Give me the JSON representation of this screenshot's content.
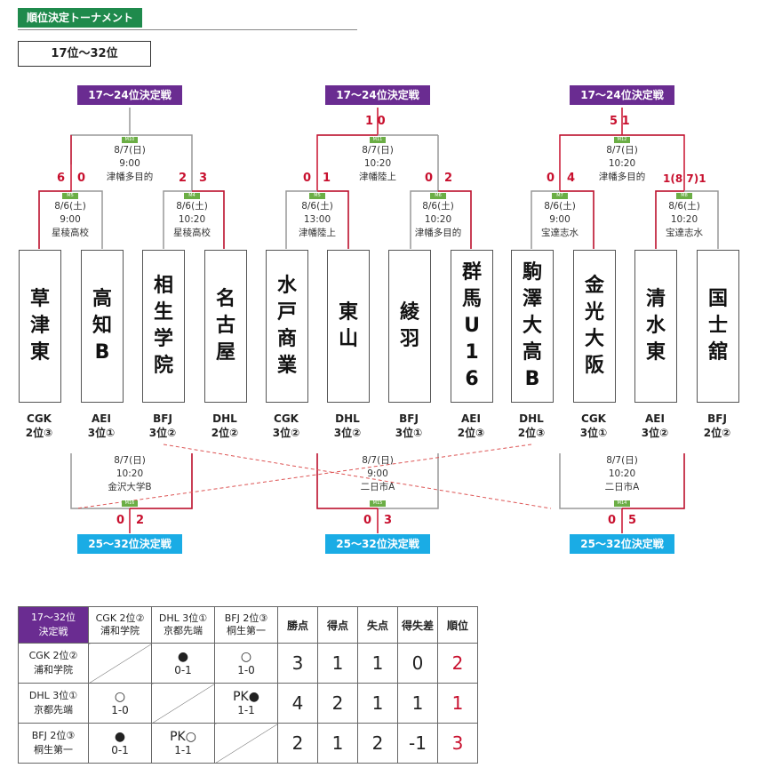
{
  "header": {
    "title": "順位決定トーナメント",
    "range": "17位～32位"
  },
  "top_labels": [
    "17～24位決定戦",
    "17～24位決定戦",
    "17～24位決定戦"
  ],
  "bottom_labels": [
    "25～32位決定戦",
    "25～32位決定戦",
    "25～32位決定戦"
  ],
  "finals": [
    {
      "tag": "M10",
      "date": "8/7(日)",
      "time": "9:00",
      "venue": "津幡多目的",
      "score_l": "6",
      "score_r": "0",
      "score_l2": "2",
      "score_r2": "3"
    },
    {
      "tag": "M11",
      "date": "8/7(日)",
      "time": "10:20",
      "venue": "津幡陸上",
      "score_top": "1 0",
      "score_l": "0",
      "score_r": "1",
      "score_l2": "0",
      "score_r2": "2"
    },
    {
      "tag": "M12",
      "date": "8/7(日)",
      "time": "10:20",
      "venue": "津幡多目的",
      "score_top": "5 1",
      "score_l": "0",
      "score_r": "4",
      "score_l2": "1(8 7)1",
      "score_r2": ""
    }
  ],
  "first_round": [
    {
      "tag": "M5",
      "date": "8/6(土)",
      "time": "9:00",
      "venue": "星稜高校"
    },
    {
      "tag": "M4",
      "date": "8/6(土)",
      "time": "10:20",
      "venue": "星稜高校"
    },
    {
      "tag": "M5",
      "date": "8/6(土)",
      "time": "13:00",
      "venue": "津幡陸上"
    },
    {
      "tag": "M6",
      "date": "8/6(土)",
      "time": "10:20",
      "venue": "津幡多目的"
    },
    {
      "tag": "M7",
      "date": "8/6(土)",
      "time": "9:00",
      "venue": "宝達志水"
    },
    {
      "tag": "M8",
      "date": "8/6(土)",
      "time": "10:20",
      "venue": "宝達志水"
    }
  ],
  "teams": [
    {
      "chars": [
        "草",
        "津",
        "東"
      ],
      "l1": "CGK",
      "l2": "2位③"
    },
    {
      "chars": [
        "高",
        "知",
        "B"
      ],
      "l1": "AEI",
      "l2": "3位①"
    },
    {
      "chars": [
        "相",
        "生",
        "学",
        "院"
      ],
      "l1": "BFJ",
      "l2": "3位②"
    },
    {
      "chars": [
        "名",
        "古",
        "屋"
      ],
      "l1": "DHL",
      "l2": "2位②"
    },
    {
      "chars": [
        "水",
        "戸",
        "商",
        "業"
      ],
      "l1": "CGK",
      "l2": "3位②"
    },
    {
      "chars": [
        "東",
        "山"
      ],
      "l1": "DHL",
      "l2": "3位②"
    },
    {
      "chars": [
        "綾",
        "羽"
      ],
      "l1": "BFJ",
      "l2": "3位①"
    },
    {
      "chars": [
        "群",
        "馬",
        "U",
        "1",
        "6"
      ],
      "l1": "AEI",
      "l2": "2位③"
    },
    {
      "chars": [
        "駒",
        "澤",
        "大",
        "高",
        "B"
      ],
      "l1": "DHL",
      "l2": "2位③"
    },
    {
      "chars": [
        "金",
        "光",
        "大",
        "阪"
      ],
      "l1": "CGK",
      "l2": "3位①"
    },
    {
      "chars": [
        "清",
        "水",
        "東"
      ],
      "l1": "AEI",
      "l2": "3位②"
    },
    {
      "chars": [
        "国",
        "士",
        "舘"
      ],
      "l1": "BFJ",
      "l2": "2位②"
    }
  ],
  "lower": [
    {
      "tag": "M16",
      "date": "8/7(日)",
      "time": "10:20",
      "venue": "金沢大学B",
      "score_l": "0",
      "score_r": "2"
    },
    {
      "tag": "M15",
      "date": "8/7(日)",
      "time": "9:00",
      "venue": "二日市A",
      "score_l": "0",
      "score_r": "3"
    },
    {
      "tag": "M14",
      "date": "8/7(日)",
      "time": "10:20",
      "venue": "二日市A",
      "score_l": "0",
      "score_r": "5"
    }
  ],
  "standings": {
    "corner": "17～32位\n決定戦",
    "cols": [
      {
        "l1": "CGK 2位②",
        "l2": "浦和学院"
      },
      {
        "l1": "DHL 3位①",
        "l2": "京都先端"
      },
      {
        "l1": "BFJ 2位③",
        "l2": "桐生第一"
      }
    ],
    "stat_headers": [
      "勝点",
      "得点",
      "失点",
      "得失差",
      "順位"
    ],
    "rows": [
      {
        "l1": "CGK 2位②",
        "l2": "浦和学院",
        "r": [
          "",
          "●\n0-1",
          "○\n1-0"
        ],
        "stats": [
          "3",
          "1",
          "1",
          "0",
          "2"
        ]
      },
      {
        "l1": "DHL 3位①",
        "l2": "京都先端",
        "r": [
          "○\n1-0",
          "",
          "PK●\n1-1"
        ],
        "stats": [
          "4",
          "2",
          "1",
          "1",
          "1"
        ]
      },
      {
        "l1": "BFJ 2位③",
        "l2": "桐生第一",
        "r": [
          "●\n0-1",
          "PK○\n1-1",
          ""
        ],
        "stats": [
          "2",
          "1",
          "2",
          "-1",
          "3"
        ]
      }
    ]
  },
  "colors": {
    "winner_line": "#c8102e",
    "header_green": "#1f8a4c",
    "purple": "#6a2c91",
    "cyan": "#1aace5"
  }
}
